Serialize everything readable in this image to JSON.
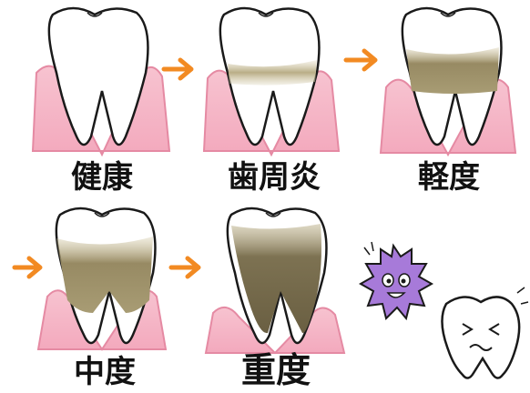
{
  "stages": [
    {
      "id": "healthy",
      "label": "健康"
    },
    {
      "id": "gingivitis",
      "label": "歯周炎"
    },
    {
      "id": "mild",
      "label": "軽度"
    },
    {
      "id": "moderate",
      "label": "中度"
    },
    {
      "id": "severe",
      "label": "重度"
    }
  ],
  "colors": {
    "gum": "#f6b8c8",
    "gum_edge": "#e58aa3",
    "tooth": "#ffffff",
    "outline": "#1a1a1a",
    "plaque_light": "#b9ad86",
    "plaque_dark": "#7d7252",
    "arrow": "#f28a22",
    "germ": "#a77ad9"
  },
  "icons": [
    "arrow-right-icon",
    "germ-icon",
    "scared-tooth-icon"
  ]
}
